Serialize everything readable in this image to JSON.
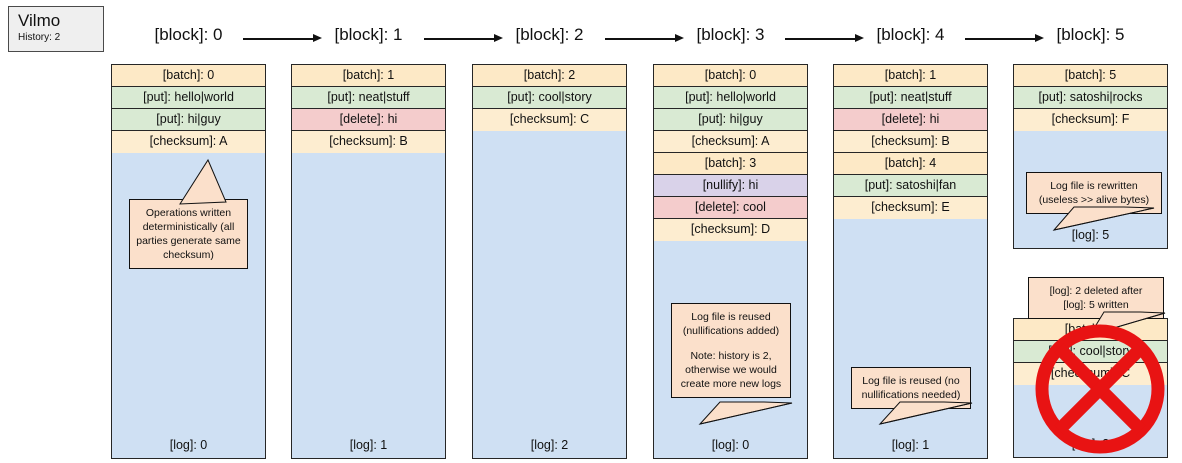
{
  "app": {
    "name": "Vilmo",
    "history_label": "History: 2"
  },
  "diagram": {
    "type": "flow-of-blocks",
    "arrow_icon": "right-arrow-icon",
    "deleted_icon": "prohibition-circle-slash-icon",
    "colors": {
      "batch": "#fde9c6",
      "checksum": "#fdedd0",
      "put": "#d9ead3",
      "delete": "#f4cccc",
      "nullify": "#d9d2e9",
      "log_pane": "#cfe0f3",
      "callout": "#fbe0cb",
      "deleted_mark": "#e81313",
      "border": "#262626"
    }
  },
  "blocks": [
    {
      "header": "[block]: 0",
      "rows": [
        {
          "text": "[batch]: 0",
          "kind": "batch"
        },
        {
          "text": "[put]: hello|world",
          "kind": "put"
        },
        {
          "text": "[put]: hi|guy",
          "kind": "put"
        },
        {
          "text": "[checksum]: A",
          "kind": "checksum"
        }
      ],
      "log_label": "[log]: 0",
      "callout": {
        "lines": [
          "Operations written",
          "deterministically (all",
          "parties generate same",
          "checksum)"
        ],
        "tail": "up"
      }
    },
    {
      "header": "[block]: 1",
      "rows": [
        {
          "text": "[batch]: 1",
          "kind": "batch"
        },
        {
          "text": "[put]: neat|stuff",
          "kind": "put"
        },
        {
          "text": "[delete]: hi",
          "kind": "delete"
        },
        {
          "text": "[checksum]: B",
          "kind": "checksum"
        }
      ],
      "log_label": "[log]: 1",
      "callout": null
    },
    {
      "header": "[block]: 2",
      "rows": [
        {
          "text": "[batch]: 2",
          "kind": "batch"
        },
        {
          "text": "[put]: cool|story",
          "kind": "put"
        },
        {
          "text": "[checksum]: C",
          "kind": "checksum"
        }
      ],
      "log_label": "[log]: 2",
      "callout": null
    },
    {
      "header": "[block]: 3",
      "rows": [
        {
          "text": "[batch]: 0",
          "kind": "batch"
        },
        {
          "text": "[put]: hello|world",
          "kind": "put"
        },
        {
          "text": "[put]: hi|guy",
          "kind": "put"
        },
        {
          "text": "[checksum]: A",
          "kind": "checksum"
        },
        {
          "text": "[batch]: 3",
          "kind": "batch"
        },
        {
          "text": "[nullify]: hi",
          "kind": "nullify"
        },
        {
          "text": "[delete]: cool",
          "kind": "delete"
        },
        {
          "text": "[checksum]: D",
          "kind": "checksum"
        }
      ],
      "log_label": "[log]: 0",
      "callout": {
        "lines": [
          "Log file is reused",
          "(nullifications added)",
          "",
          "Note: history is 2,",
          "otherwise we would",
          "create more new logs"
        ],
        "tail": "down"
      }
    },
    {
      "header": "[block]: 4",
      "rows": [
        {
          "text": "[batch]: 1",
          "kind": "batch"
        },
        {
          "text": "[put]: neat|stuff",
          "kind": "put"
        },
        {
          "text": "[delete]: hi",
          "kind": "delete"
        },
        {
          "text": "[checksum]: B",
          "kind": "checksum"
        },
        {
          "text": "[batch]: 4",
          "kind": "batch"
        },
        {
          "text": "[put]: satoshi|fan",
          "kind": "put"
        },
        {
          "text": "[checksum]: E",
          "kind": "checksum"
        }
      ],
      "log_label": "[log]: 1",
      "callout": {
        "lines": [
          "Log file is reused (no",
          "nullifications needed)"
        ],
        "tail": "down"
      }
    },
    {
      "header": "[block]: 5",
      "rows": [
        {
          "text": "[batch]: 5",
          "kind": "batch"
        },
        {
          "text": "[put]: satoshi|rocks",
          "kind": "put"
        },
        {
          "text": "[checksum]: F",
          "kind": "checksum"
        }
      ],
      "log_label": "[log]: 5",
      "callout": {
        "lines": [
          "Log file is rewritten",
          "(useless >> alive bytes)"
        ],
        "tail": "down"
      }
    }
  ],
  "deleted_block": {
    "rows": [
      {
        "text": "[batch]: 2",
        "kind": "batch"
      },
      {
        "text": "[put]: cool|story",
        "kind": "put"
      },
      {
        "text": "[checksum]: C",
        "kind": "checksum"
      }
    ],
    "log_label": "[log]: 2",
    "callout": {
      "lines": [
        "[log]: 2 deleted after",
        "[log]: 5 written"
      ],
      "tail": "down"
    }
  }
}
